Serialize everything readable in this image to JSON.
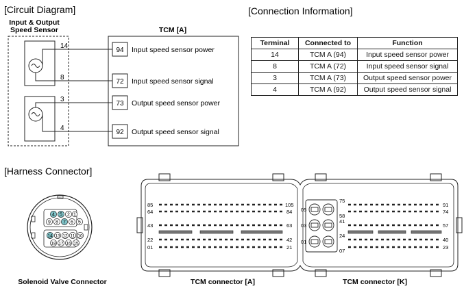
{
  "circuit": {
    "section_title": "[Circuit Diagram]",
    "sensor_title_line1": "Input & Output",
    "sensor_title_line2": "Speed Sensor",
    "tcm_title": "TCM [A]",
    "wires": [
      {
        "sensor_pin": "14",
        "tcm_pin": "94",
        "label": "Input speed sensor power"
      },
      {
        "sensor_pin": "8",
        "tcm_pin": "72",
        "label": "Input speed sensor signal"
      },
      {
        "sensor_pin": "3",
        "tcm_pin": "73",
        "label": "Output speed sensor power"
      },
      {
        "sensor_pin": "4",
        "tcm_pin": "92",
        "label": "Output speed sensor signal"
      }
    ]
  },
  "connection_info": {
    "section_title": "[Connection Information]",
    "headers": [
      "Terminal",
      "Connected to",
      "Function"
    ],
    "rows": [
      [
        "14",
        "TCM A (94)",
        "Input speed sensor power"
      ],
      [
        "8",
        "TCM A (72)",
        "Input speed sensor signal"
      ],
      [
        "3",
        "TCM A (73)",
        "Output speed sensor power"
      ],
      [
        "4",
        "TCM A (92)",
        "Output speed sensor signal"
      ]
    ]
  },
  "harness": {
    "section_title": "[Harness Connector]",
    "solenoid_label": "Solenoid Valve Connector",
    "solenoid_pins_top": [
      "4",
      "5",
      "2",
      "1",
      "9",
      "8",
      "7",
      "6",
      "5"
    ],
    "solenoid_pins_bottom": [
      "14",
      "13",
      "12",
      "11",
      "10",
      "18",
      "17",
      "16",
      "15"
    ],
    "highlight_color": "#7fc3c8",
    "tcm_a_label": "TCM connector [A]",
    "tcm_a_pins": {
      "r1_left": "85",
      "r1_right": "105",
      "r2_left": "64",
      "r2_right": "84",
      "r3_left": "43",
      "r3_right": "63",
      "r4_left": "22",
      "r4_right": "42",
      "r5_left": "01",
      "r5_right": "21"
    },
    "tcm_k_label": "TCM connector [K]",
    "tcm_k_pins": {
      "top": "75",
      "mid1": "58",
      "mid2": "41",
      "mid3": "24",
      "bottom": "07",
      "r1_right": "91",
      "r2_right": "74",
      "r3_right": "57",
      "r4_right": "40",
      "r5_right": "23",
      "big1": "05",
      "big2": "03",
      "big3": "01"
    }
  }
}
